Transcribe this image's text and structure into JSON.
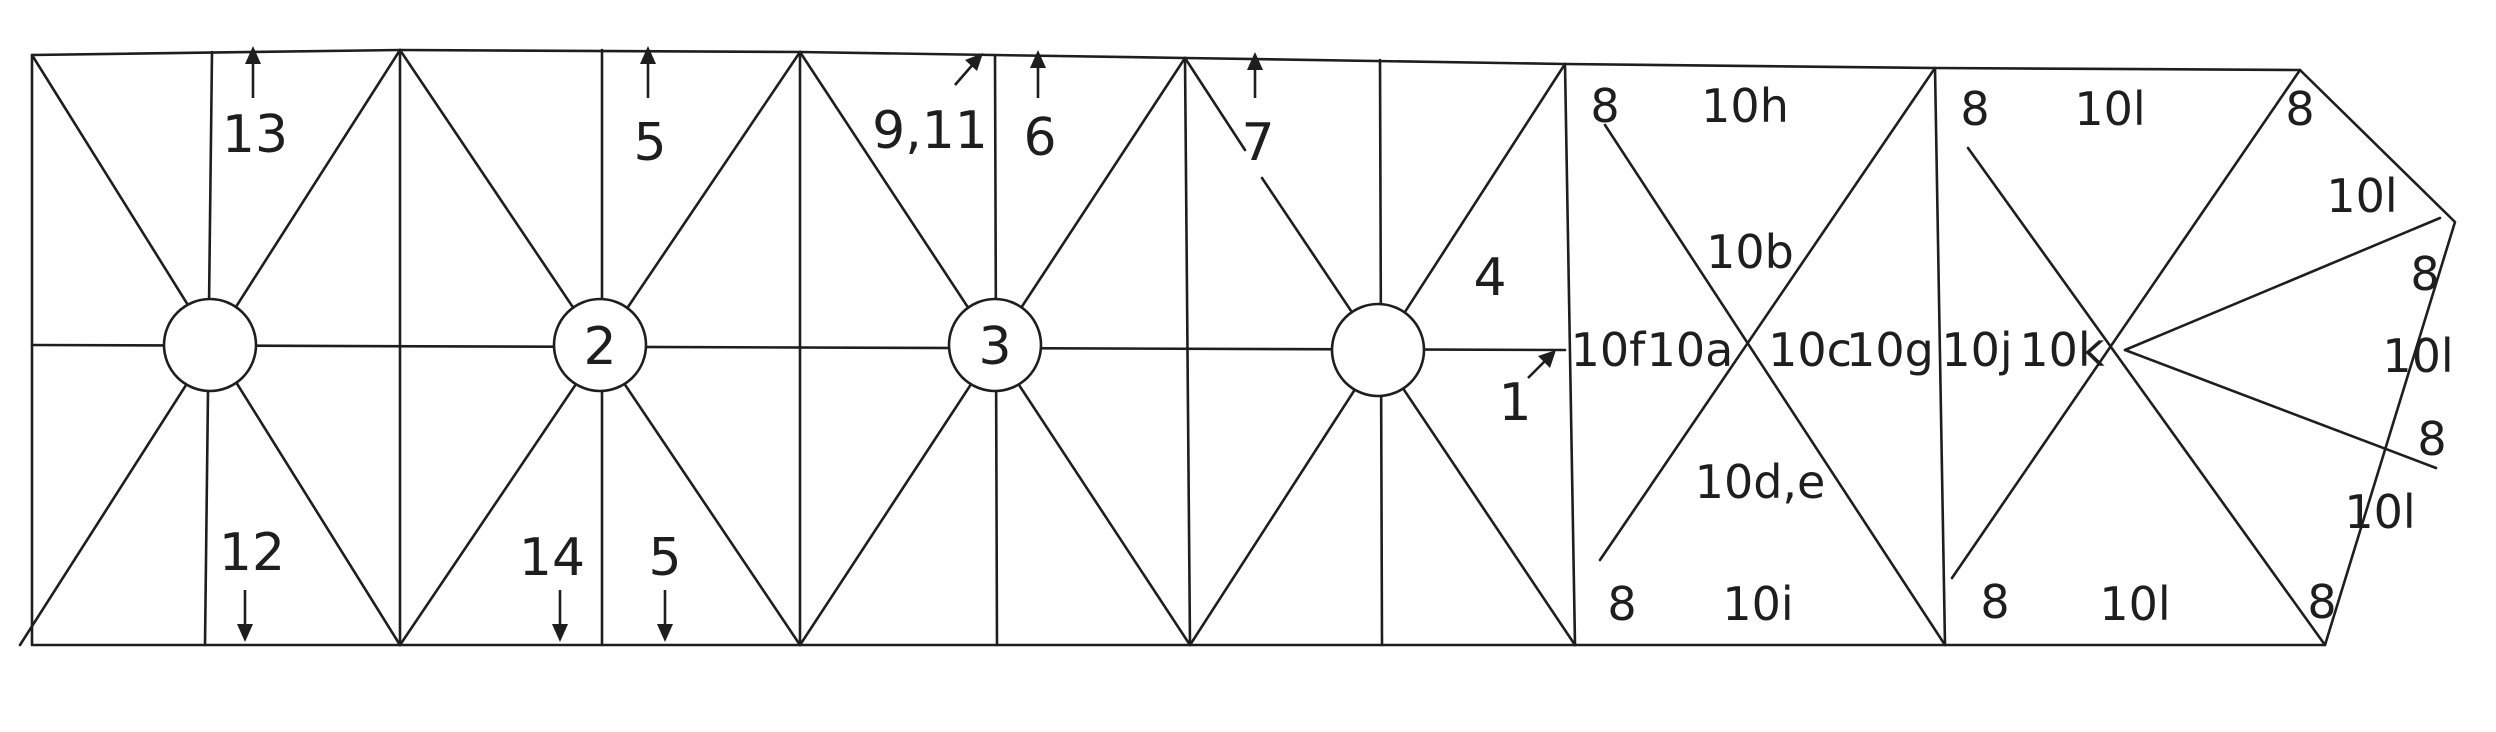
{
  "diagram": {
    "circle_labels": {
      "c1": "",
      "c2": "2",
      "c3": "3",
      "c4": ""
    },
    "labels": {
      "l13": "13",
      "l5top": "5",
      "l911": "9,11",
      "l6": "6",
      "l7": "7",
      "l4": "4",
      "l1": "1",
      "l12": "12",
      "l14": "14",
      "l5bot": "5",
      "l8a": "8",
      "l10h": "10h",
      "l8b": "8",
      "l10l_top": "10l",
      "l8c": "8",
      "l10b": "10b",
      "l10l_r1": "10l",
      "l8d": "8",
      "l10f": "10f",
      "l10a": "10a",
      "l10c": "10c",
      "l10g": "10g",
      "l10j": "10j",
      "l10k": "10k",
      "l10l_r2": "10l",
      "l8e": "8",
      "l10de": "10d,e",
      "l10l_r3": "10l",
      "l8f": "8",
      "l10i": "10i",
      "l8g": "8",
      "l10l_bot": "10l",
      "l8h": "8"
    }
  }
}
